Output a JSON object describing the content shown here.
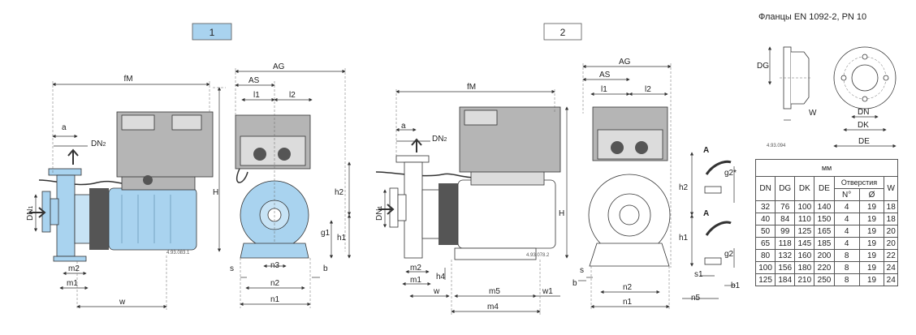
{
  "diagram": {
    "box1": "1",
    "box2": "2",
    "flange_title": "Фланцы EN 1092-2, PN 10",
    "codes": {
      "fig1": "4.93.083.1",
      "fig2": "4.93.078.2",
      "flange": "4.93.094"
    },
    "labels": {
      "fM": "fM",
      "a": "a",
      "DN2": "DN",
      "DN2_sub": "2",
      "DN1": "DN",
      "DN1_sub": "1",
      "H": "H",
      "AG": "AG",
      "AS": "AS",
      "l1": "l1",
      "l2": "l2",
      "h1": "h1",
      "h2": "h2",
      "h4": "h4",
      "g1": "g1",
      "g2": "g2",
      "g2star": "g2*",
      "s": "s",
      "s1": "s1",
      "n1": "n1",
      "n2": "n2",
      "n3": "n3",
      "n5": "n5",
      "b": "b",
      "b1": "b1",
      "m1": "m1",
      "m2": "m2",
      "m4": "m4",
      "m5": "m5",
      "w": "w",
      "w1": "w1",
      "A": "A",
      "DG": "DG",
      "W": "W",
      "DN": "DN",
      "DK": "DK",
      "DE": "DE"
    }
  },
  "table": {
    "unit": "мм",
    "headers": [
      "DN",
      "DG",
      "DK",
      "DE",
      "Отверстия",
      "W"
    ],
    "sub_headers": [
      "N°",
      "Ø"
    ],
    "rows": [
      [
        "32",
        "76",
        "100",
        "140",
        "4",
        "19",
        "18"
      ],
      [
        "40",
        "84",
        "110",
        "150",
        "4",
        "19",
        "18"
      ],
      [
        "50",
        "99",
        "125",
        "165",
        "4",
        "19",
        "20"
      ],
      [
        "65",
        "118",
        "145",
        "185",
        "4",
        "19",
        "20"
      ],
      [
        "80",
        "132",
        "160",
        "200",
        "8",
        "19",
        "22"
      ],
      [
        "100",
        "156",
        "180",
        "220",
        "8",
        "19",
        "24"
      ],
      [
        "125",
        "184",
        "210",
        "250",
        "8",
        "19",
        "24"
      ]
    ]
  }
}
